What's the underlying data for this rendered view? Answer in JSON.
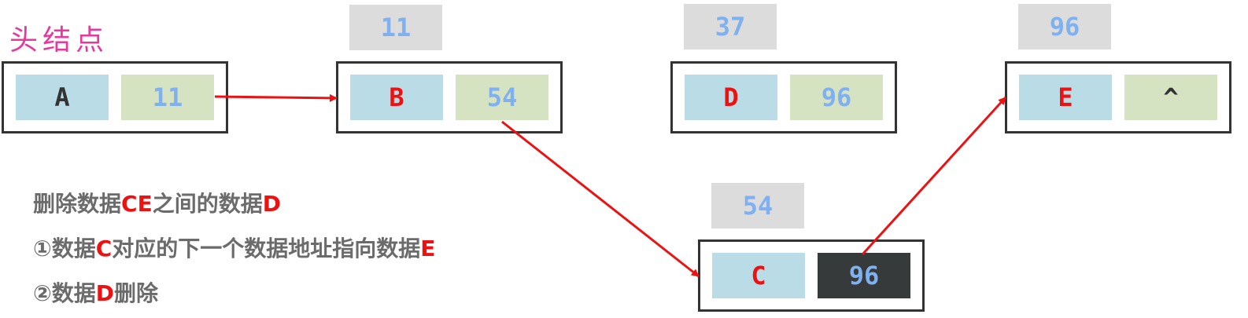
{
  "head_label": "头结点",
  "nodes": {
    "A": {
      "data": "A",
      "next": "11"
    },
    "B": {
      "address": "11",
      "data": "B",
      "next": "54"
    },
    "D": {
      "address": "37",
      "data": "D",
      "next": "96"
    },
    "E": {
      "address": "96",
      "data": "E",
      "next": "^"
    },
    "C": {
      "address": "54",
      "data": "C",
      "next": "96"
    }
  },
  "description": {
    "line1": {
      "p1": "删除数据",
      "p2": "CE",
      "p3": "之间的数据",
      "p4": "D"
    },
    "line2": {
      "p1": "①数据",
      "p2": "C",
      "p3": "对应的下一个数据地址指向数据",
      "p4": "E"
    },
    "line3": {
      "p1": "②数据",
      "p2": "D",
      "p3": "删除"
    }
  },
  "colors": {
    "arrow": "#ee1111",
    "highlight": "#ee1111",
    "pointer_text": "#7fb1f0",
    "head_label": "#e6399b"
  }
}
